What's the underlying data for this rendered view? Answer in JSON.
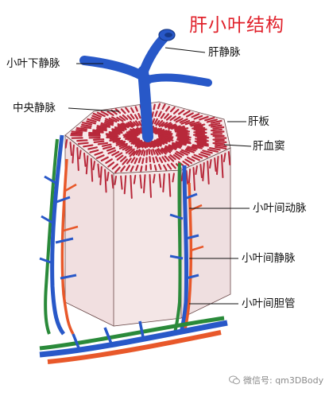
{
  "title": "肝小叶结构",
  "labels": {
    "sublobular_vein": "小叶下静脉",
    "hepatic_vein": "肝静脉",
    "central_vein": "中央静脉",
    "hepatic_plate": "肝板",
    "hepatic_sinusoid": "肝血窦",
    "interlobular_artery": "小叶间动脉",
    "interlobular_vein": "小叶间静脉",
    "interlobular_bile_duct": "小叶间胆管"
  },
  "watermark": "微信号: qm3DBody",
  "colors": {
    "title": "#e0202a",
    "vein": "#2858c8",
    "artery": "#e8582a",
    "bile_duct": "#2a8a3a",
    "lobule_face": "#f3e4e4",
    "lobule_top": "#f7e8e8",
    "plates": "#b8283a"
  }
}
